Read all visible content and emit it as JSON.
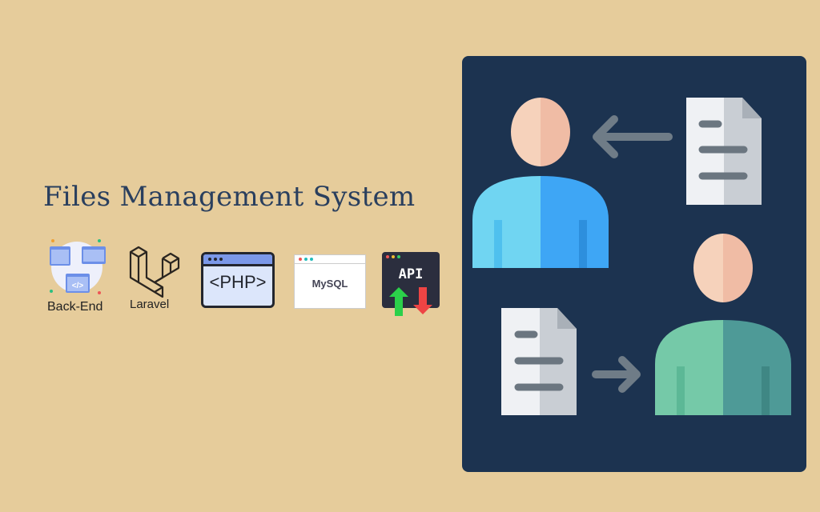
{
  "title": "Files Management System",
  "tech_icons": [
    {
      "label": "Back-End",
      "icon": "backend-icon"
    },
    {
      "label": "Laravel",
      "icon": "laravel-logo-icon"
    },
    {
      "label": "<PHP>",
      "icon": "php-window-icon"
    },
    {
      "label": "MySQL",
      "icon": "mysql-window-icon"
    },
    {
      "label": "API",
      "icon": "api-window-icon"
    }
  ],
  "colors": {
    "background": "#e6cc9b",
    "panel": "#1c3350",
    "title": "#2a3f5e"
  }
}
